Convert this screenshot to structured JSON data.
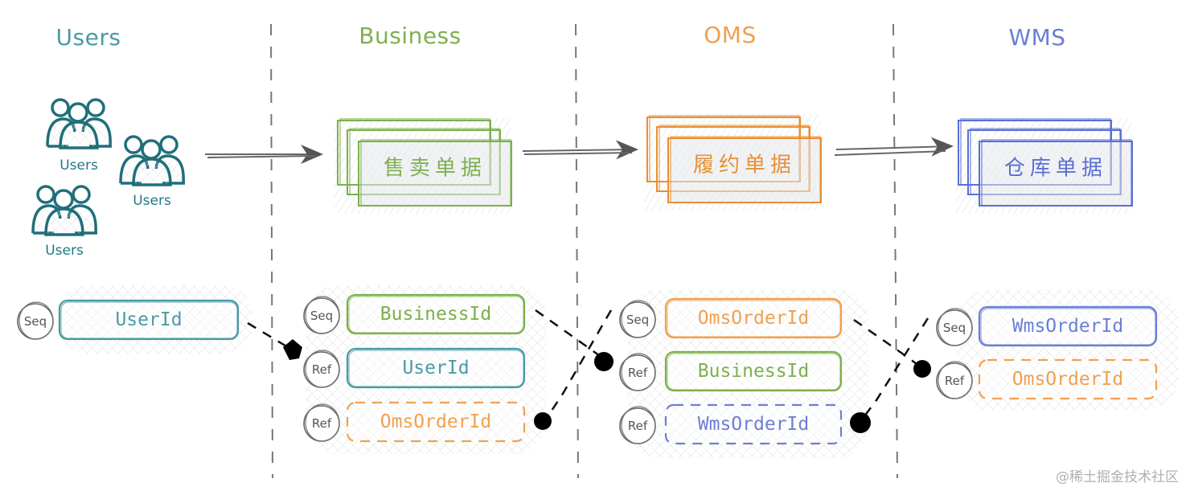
{
  "lanes": [
    {
      "id": "users",
      "title": "Users",
      "color": "#4a9aa8"
    },
    {
      "id": "business",
      "title": "Business",
      "color": "#7db04e"
    },
    {
      "id": "oms",
      "title": "OMS",
      "color": "#f0a050"
    },
    {
      "id": "wms",
      "title": "WMS",
      "color": "#6b7fd6"
    }
  ],
  "users_group": {
    "captions": [
      "Users",
      "Users",
      "Users"
    ],
    "icon": "users-group-icon",
    "color": "#1f7a85"
  },
  "documents": [
    {
      "lane": "business",
      "label": "售卖单据",
      "color": "#7db04e"
    },
    {
      "lane": "oms",
      "label": "履约单据",
      "color": "#e88f32"
    },
    {
      "lane": "wms",
      "label": "仓库单据",
      "color": "#5a6fd6"
    }
  ],
  "flow_arrows": [
    "users-to-business",
    "business-to-oms",
    "oms-to-wms"
  ],
  "entities": [
    {
      "lane": "users",
      "fields": [
        {
          "badge": "Seq",
          "label": "UserId",
          "color": "#4a9aa8",
          "style": "solid"
        }
      ]
    },
    {
      "lane": "business",
      "fields": [
        {
          "badge": "Seq",
          "label": "BusinessId",
          "color": "#7db04e",
          "style": "solid"
        },
        {
          "badge": "Ref",
          "label": "UserId",
          "color": "#4a9aa8",
          "style": "solid"
        },
        {
          "badge": "Ref",
          "label": "OmsOrderId",
          "color": "#f0a050",
          "style": "dashed"
        }
      ]
    },
    {
      "lane": "oms",
      "fields": [
        {
          "badge": "Seq",
          "label": "OmsOrderId",
          "color": "#f0a050",
          "style": "solid"
        },
        {
          "badge": "Ref",
          "label": "BusinessId",
          "color": "#7db04e",
          "style": "solid"
        },
        {
          "badge": "Ref",
          "label": "WmsOrderId",
          "color": "#6b7fd6",
          "style": "dashed"
        }
      ]
    },
    {
      "lane": "wms",
      "fields": [
        {
          "badge": "Seq",
          "label": "WmsOrderId",
          "color": "#6b7fd6",
          "style": "solid"
        },
        {
          "badge": "Ref",
          "label": "OmsOrderId",
          "color": "#f0a050",
          "style": "dashed"
        }
      ]
    }
  ],
  "references": [
    {
      "from": "users.UserId",
      "to": "business.UserId"
    },
    {
      "from": "business.BusinessId",
      "to": "oms.BusinessId"
    },
    {
      "from": "oms.OmsOrderId",
      "to": "business.OmsOrderId"
    },
    {
      "from": "oms.OmsOrderId",
      "to": "wms.OmsOrderId"
    },
    {
      "from": "wms.WmsOrderId",
      "to": "oms.WmsOrderId"
    }
  ],
  "watermark": "@稀土掘金技术社区"
}
